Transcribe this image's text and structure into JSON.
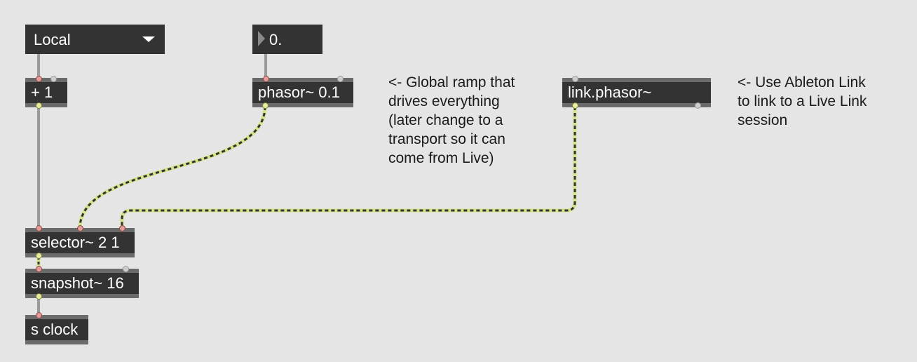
{
  "patcher": {
    "mode_menu": {
      "selected": "Local"
    },
    "ramp_number": {
      "value": "0."
    },
    "objects": {
      "plus": "+ 1",
      "phasor": "phasor~ 0.1",
      "link_phasor": "link.phasor~",
      "selector": "selector~ 2 1",
      "snapshot": "snapshot~ 16",
      "send_clock": "s clock"
    },
    "comments": {
      "global_ramp": "<- Global ramp that\ndrives everything\n(later change to a\ntransport so it can\ncome from Live)",
      "ableton_link": "<- Use Ableton Link\nto link to a Live Link\nsession"
    }
  },
  "colors": {
    "canvas": "#e5e5e5",
    "object_body": "#333333",
    "object_border": "#6b6b6b",
    "signal_cord": "#d4e488",
    "signal_dash": "#333333",
    "control_cord": "#9a9a9a",
    "inlet": "#e59c98",
    "outlet": "#e6ec9c"
  }
}
